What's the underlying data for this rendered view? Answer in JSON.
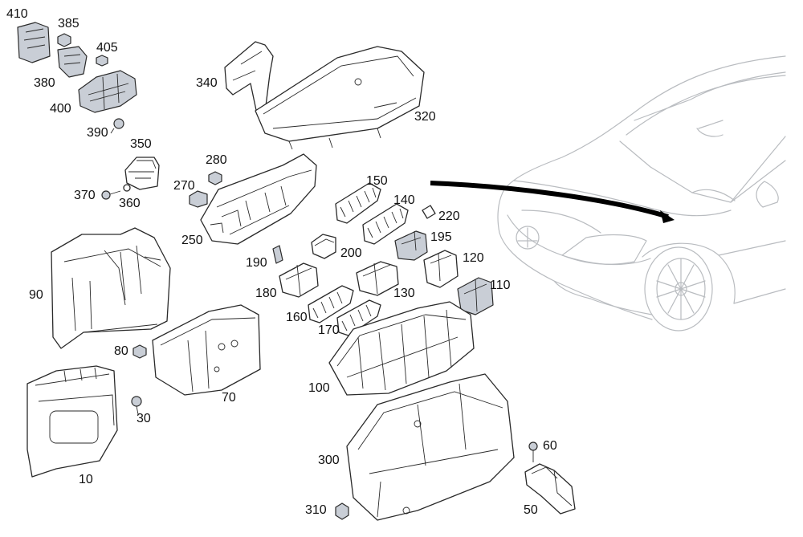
{
  "diagram": {
    "colors": {
      "line": "#2a2a2a",
      "car_outline": "#b9bcc0",
      "highlight_part": "#c9ced6",
      "arrow": "#000000"
    },
    "parts": [
      {
        "id": "410"
      },
      {
        "id": "385"
      },
      {
        "id": "405"
      },
      {
        "id": "380"
      },
      {
        "id": "400"
      },
      {
        "id": "390"
      },
      {
        "id": "340"
      },
      {
        "id": "320"
      },
      {
        "id": "350"
      },
      {
        "id": "280"
      },
      {
        "id": "270"
      },
      {
        "id": "370"
      },
      {
        "id": "360"
      },
      {
        "id": "250"
      },
      {
        "id": "150"
      },
      {
        "id": "140"
      },
      {
        "id": "220"
      },
      {
        "id": "195"
      },
      {
        "id": "200"
      },
      {
        "id": "190"
      },
      {
        "id": "120"
      },
      {
        "id": "180"
      },
      {
        "id": "130"
      },
      {
        "id": "110"
      },
      {
        "id": "90"
      },
      {
        "id": "160"
      },
      {
        "id": "170"
      },
      {
        "id": "80"
      },
      {
        "id": "100"
      },
      {
        "id": "70"
      },
      {
        "id": "30"
      },
      {
        "id": "300"
      },
      {
        "id": "60"
      },
      {
        "id": "310"
      },
      {
        "id": "10"
      },
      {
        "id": "50"
      }
    ]
  }
}
